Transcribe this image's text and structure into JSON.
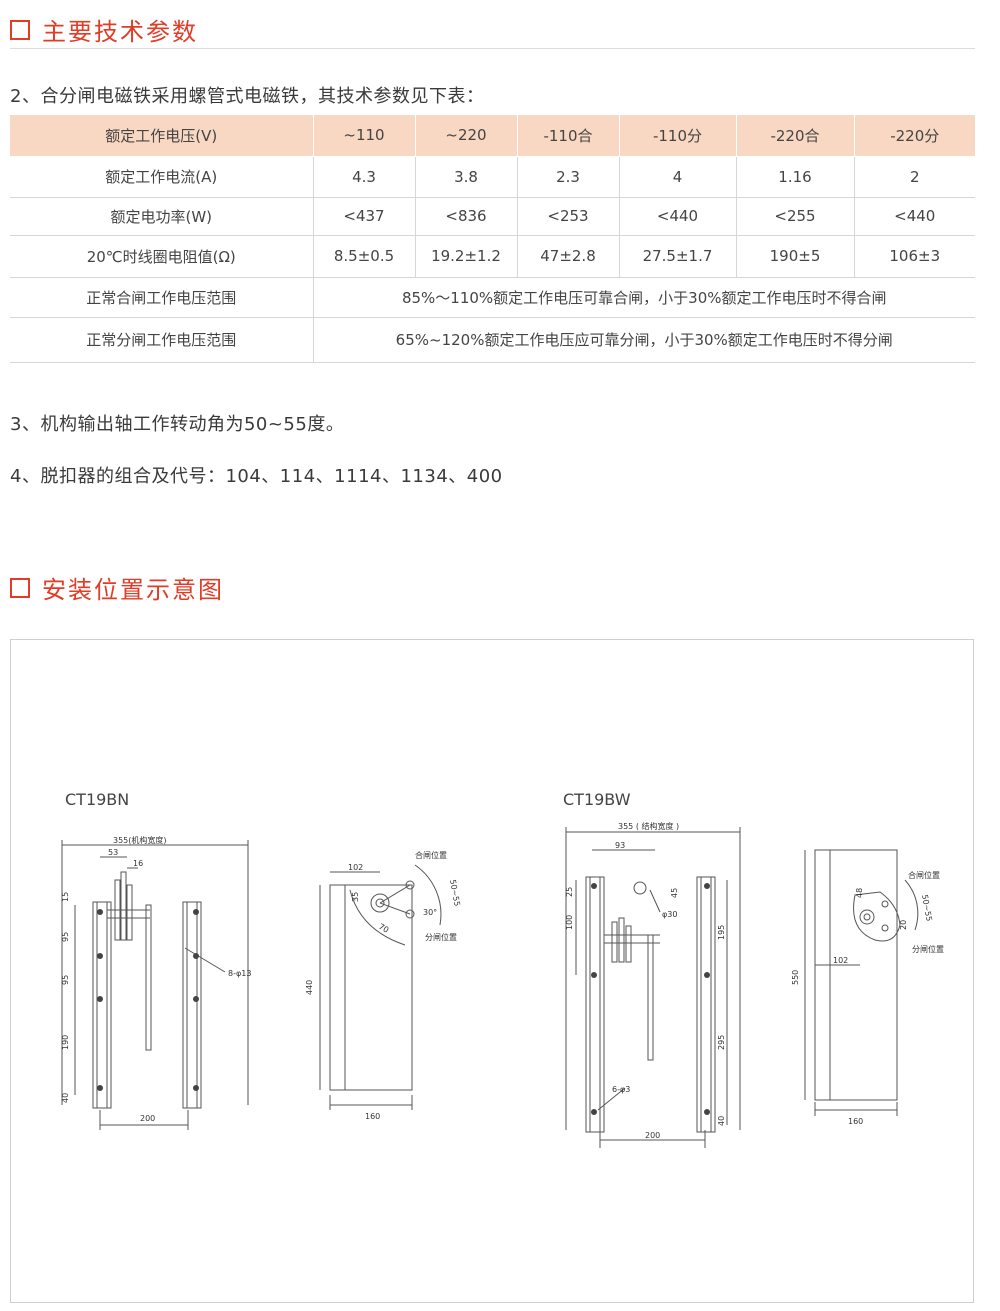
{
  "sections": {
    "specs_title": "主要技术参数",
    "install_title": "安装位置示意图"
  },
  "paragraphs": {
    "p2": "2、合分闸电磁铁采用螺管式电磁铁，其技术参数见下表：",
    "p3": "3、机构输出轴工作转动角为50~55度。",
    "p4": "4、脱扣器的组合及代号：104、114、1114、1134、400"
  },
  "table": {
    "headers": [
      "额定工作电压(V)",
      "~110",
      "~220",
      "-110合",
      "-110分",
      "-220合",
      "-220分"
    ],
    "rows": [
      [
        "额定工作电流(A)",
        "4.3",
        "3.8",
        "2.3",
        "4",
        "1.16",
        "2"
      ],
      [
        "额定电功率(W)",
        "<437",
        "<836",
        "<253",
        "<440",
        "<255",
        "<440"
      ],
      [
        "20℃时线圈电阻值(Ω)",
        "8.5±0.5",
        "19.2±1.2",
        "47±2.8",
        "27.5±1.7",
        "190±5",
        "106±3"
      ]
    ],
    "range_rows": [
      {
        "label": "正常合闸工作电压范围",
        "value": "85%～110%额定工作电压可靠合闸，小于30%额定工作电压时不得合闸"
      },
      {
        "label": "正常分闸工作电压范围",
        "value": "65%~120%额定工作电压应可靠分闸，小于30%额定工作电压时不得分闸"
      }
    ]
  },
  "diagrams": {
    "left": {
      "model": "CT19BN",
      "width_label": "355(机构宽度)",
      "dims": [
        "53",
        "16",
        "15",
        "95",
        "95",
        "190",
        "40",
        "200",
        "8-φ13"
      ],
      "side": [
        "102",
        "合闸位置",
        "50~55",
        "35",
        "70",
        "30°",
        "分闸位置",
        "440",
        "160"
      ]
    },
    "right": {
      "model": "CT19BW",
      "width_label": "355 ( 结构宽度 )",
      "dims": [
        "93",
        "25",
        "100",
        "45",
        "φ30",
        "195",
        "295",
        "40",
        "6-φ3",
        "200"
      ],
      "side": [
        "合闸位置",
        "48",
        "20",
        "50~55",
        "分闸位置",
        "102",
        "550",
        "160"
      ]
    }
  }
}
